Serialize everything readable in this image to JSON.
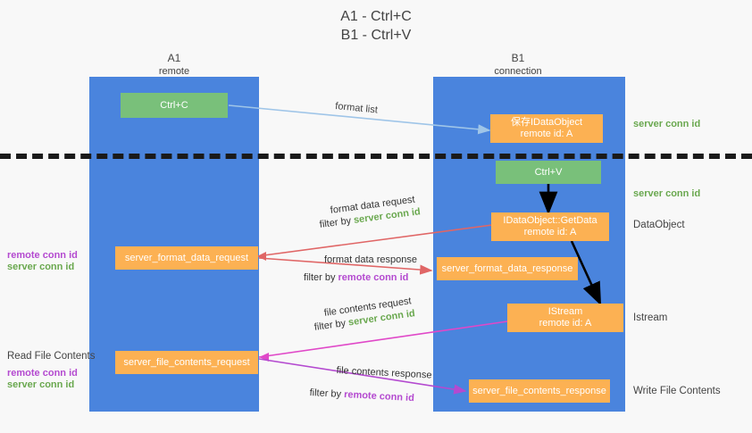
{
  "title": {
    "line1": "A1 - Ctrl+C",
    "line2": "B1 - Ctrl+V"
  },
  "columns": [
    {
      "name": "A1",
      "role": "remote"
    },
    {
      "name": "B1",
      "role": "connection"
    }
  ],
  "boxes": {
    "ctrl_c": "Ctrl+C",
    "idataobject_create": "保存IDataObject\nremote id: A",
    "ctrl_v": "Ctrl+V",
    "idataobject_getdata": "IDataObject::GetData\nremote id: A",
    "server_format_data_request": "server_format_data_request",
    "server_format_data_response": "server_format_data_response",
    "istream": "IStream\nremote id: A",
    "server_file_contents_request": "server_file_contents_request",
    "server_file_contents_response": "server_file_contents_response"
  },
  "right_labels": [
    {
      "text": "server conn id",
      "style": "green"
    },
    {
      "text": "server conn id",
      "style": "green"
    },
    {
      "text": "DataObject",
      "style": "plain"
    },
    {
      "text": "Istream",
      "style": "plain"
    },
    {
      "text": "Write File Contents",
      "style": "plain"
    }
  ],
  "left_labels": {
    "group1": [
      {
        "text": "remote conn id",
        "style": "purple"
      },
      {
        "text": "server conn id",
        "style": "green"
      }
    ],
    "read_file_contents": "Read File Contents",
    "group2": [
      {
        "text": "remote conn id",
        "style": "purple"
      },
      {
        "text": "server conn id",
        "style": "green"
      }
    ]
  },
  "edges": {
    "format_list": "format list",
    "format_data_request": "format data request",
    "format_data_request_filter_pre": "filter by ",
    "format_data_request_filter_key": "server conn id",
    "format_data_response": "format data response",
    "format_data_response_filter_pre": "filter by ",
    "format_data_response_filter_key": "remote conn id",
    "file_contents_request": "file contents request",
    "file_contents_request_filter_pre": "filter by ",
    "file_contents_request_filter_key": "server conn id",
    "file_contents_response": "file contents response",
    "file_contents_response_filter_pre": "filter by ",
    "file_contents_response_filter_key": "remote conn id"
  },
  "colors": {
    "lane": "#4a84dd",
    "green_box": "#79c07a",
    "orange_box": "#fcb153",
    "blue_arrow": "#9fc5e8",
    "red_arrow": "#e06666",
    "purple_arrow": "#b44ad0",
    "magenta_arrow": "#e048c8",
    "black_arrow": "#000000",
    "green_text": "#6aa84f",
    "purple_text": "#b44ad0",
    "background": "#f8f8f8"
  }
}
